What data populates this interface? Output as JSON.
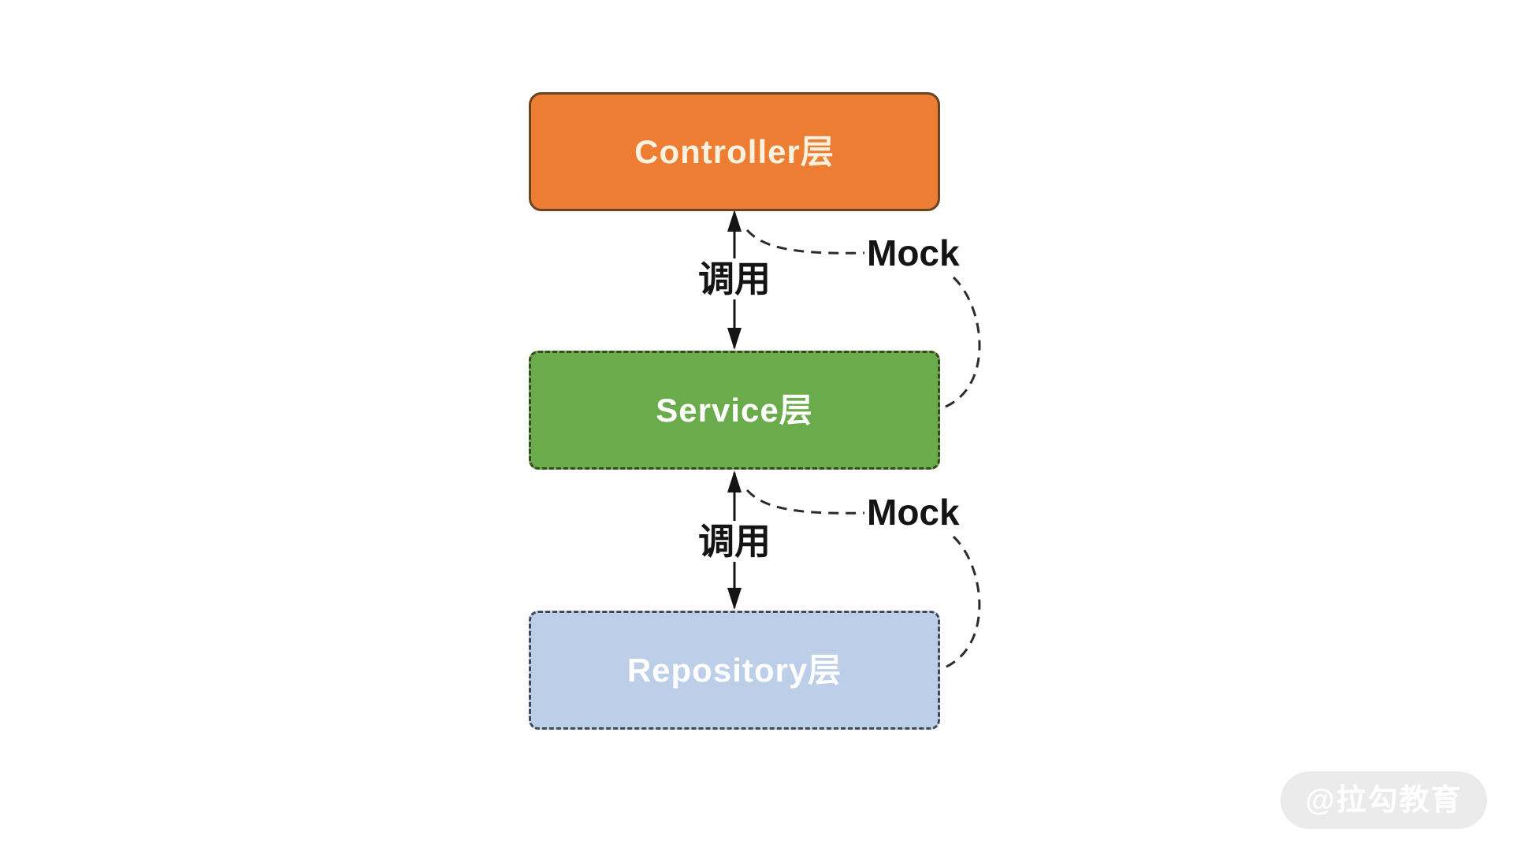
{
  "diagram": {
    "nodes": [
      {
        "id": "controller",
        "label": "Controller层",
        "fill": "#EC7D33",
        "border_color": "#6B4423",
        "border_style": "solid",
        "text_color": "#FAF1DF"
      },
      {
        "id": "service",
        "label": "Service层",
        "fill": "#6AAB4B",
        "border_color": "#35481E",
        "border_style": "dashed",
        "text_color": "#FFFFFF"
      },
      {
        "id": "repository",
        "label": "Repository层",
        "fill": "#BDCFE8",
        "border_color": "#40495A",
        "border_style": "dashed",
        "text_color": "#FEFEFE"
      }
    ],
    "edges": [
      {
        "from": "controller",
        "to": "service",
        "label": "调用",
        "type": "double-headed-arrow",
        "line_style": "solid",
        "color": "#141414"
      },
      {
        "from": "service",
        "to": "repository",
        "label": "调用",
        "type": "double-headed-arrow",
        "line_style": "solid",
        "color": "#141414"
      },
      {
        "target": "service",
        "label": "Mock",
        "type": "mock-hook",
        "line_style": "dashed",
        "color": "#2B2B2B"
      },
      {
        "target": "repository",
        "label": "Mock",
        "type": "mock-hook",
        "line_style": "dashed",
        "color": "#2B2B2B"
      }
    ]
  },
  "watermark": {
    "text": "@拉勾教育"
  }
}
